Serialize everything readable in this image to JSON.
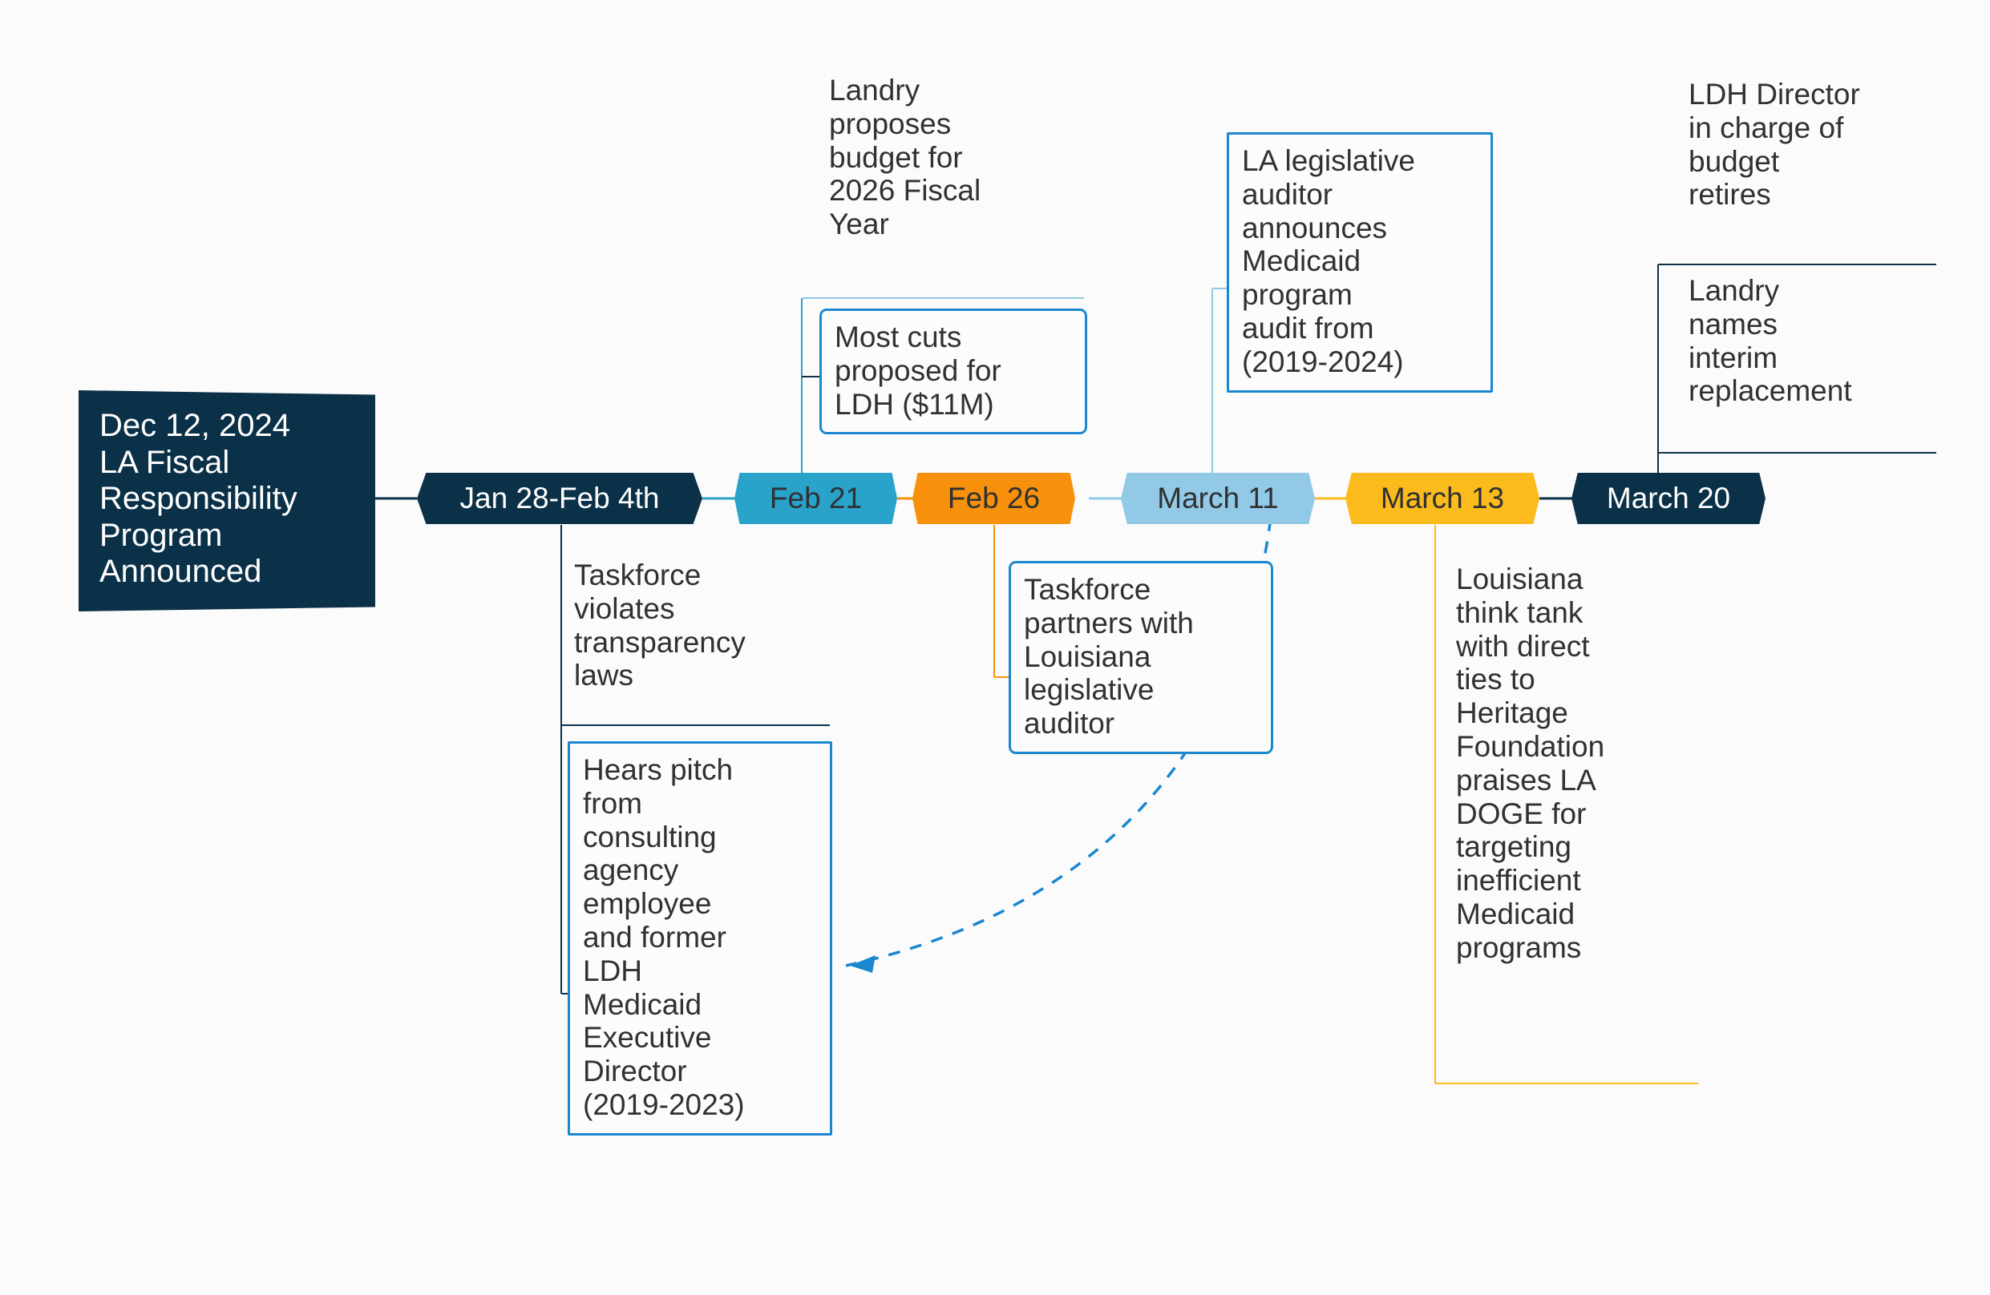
{
  "theme": {
    "background": "#fbfbfb",
    "navy": "#0b3148",
    "cyan": "#29a3c9",
    "orange": "#f7910b",
    "lightblue": "#92c9e6",
    "amber": "#fcbb1c",
    "box_border_blue": "#1b87cf",
    "text": "#2f3133"
  },
  "intro": {
    "text": "Dec 12, 2024\nLA Fiscal\nResponsibility\nProgram\nAnnounced"
  },
  "milestones": [
    {
      "label": "Jan 28-Feb 4th",
      "color": "#0b3148",
      "text_color": "#ffffff"
    },
    {
      "label": "Feb 21",
      "color": "#29a3c9",
      "text_color": "#2f3133"
    },
    {
      "label": "Feb 26",
      "color": "#f7910b",
      "text_color": "#2f3133"
    },
    {
      "label": "March 11",
      "color": "#92c9e6",
      "text_color": "#2f3133"
    },
    {
      "label": "March 13",
      "color": "#fcbb1c",
      "text_color": "#2f3133"
    },
    {
      "label": "March 20",
      "color": "#0b3148",
      "text_color": "#ffffff"
    }
  ],
  "callouts": {
    "landry_budget": {
      "text": "Landry\nproposes\nbudget for\n2026 Fiscal\nYear",
      "style": "plain",
      "rule_color": "#92c9e6"
    },
    "most_cuts": {
      "text": "Most cuts\nproposed for\nLDH ($11M)",
      "style": "boxed"
    },
    "auditor_announce": {
      "text": "LA legislative\nauditor\nannounces\nMedicaid\nprogram\naudit from\n(2019-2024)",
      "style": "boxed"
    },
    "ldh_retires": {
      "text": "LDH Director\nin charge of\nbudget\nretires",
      "style": "plain",
      "rule_color": "#0b3148"
    },
    "interim": {
      "text": "Landry\nnames\ninterim\nreplacement",
      "style": "plain",
      "rule_color": "#0b3148"
    },
    "transparency": {
      "text": "Taskforce\nviolates\ntransparency\nlaws",
      "style": "plain",
      "rule_color": "#0b3148"
    },
    "hears_pitch": {
      "text": "Hears pitch\nfrom\nconsulting\nagency\nemployee\nand former\nLDH\nMedicaid\nExecutive\nDirector\n(2019-2023)",
      "style": "boxed"
    },
    "partners": {
      "text": "Taskforce\npartners with\nLouisiana\nlegislative\nauditor",
      "style": "boxed"
    },
    "think_tank": {
      "text": "Louisiana\nthink tank\nwith direct\nties to\nHeritage\nFoundation\npraises LA\nDOGE for\ntargeting\ninefficient\nMedicaid\nprograms",
      "style": "plain",
      "rule_color": "#fcbb1c"
    }
  },
  "relation_arrow": {
    "name": "march-11-to-hears-pitch-arrow",
    "color": "#1b87cf",
    "style": "dashed",
    "from": "March 11",
    "to": "hears_pitch"
  }
}
